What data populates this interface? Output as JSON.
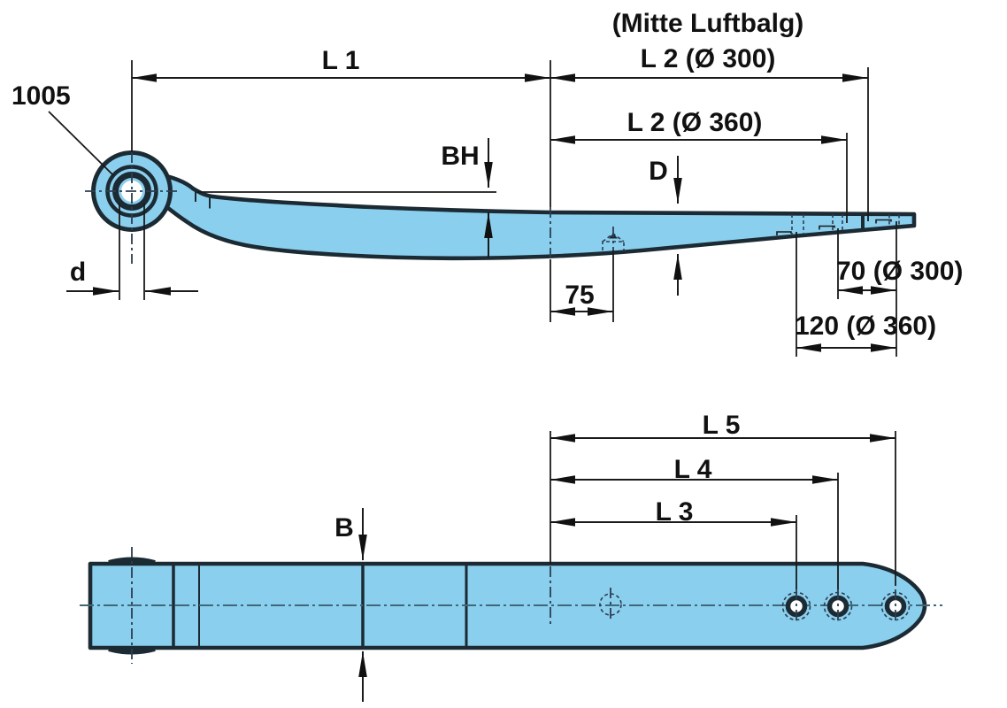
{
  "drawing": {
    "part_number": "1005",
    "annotation_title": "(Mitte Luftbalg)",
    "side_view": {
      "dim_l1": "L 1",
      "dim_l2_300": "L 2 (Ø 300)",
      "dim_l2_360": "L 2 (Ø 360)",
      "dim_bh": "BH",
      "dim_thickness": "D",
      "dim_eye_bore": "d",
      "dim_bolt_offset": "75",
      "dim_plate_300": "70 (Ø 300)",
      "dim_plate_360": "120 (Ø 360)"
    },
    "plan_view": {
      "dim_l3": "L 3",
      "dim_l4": "L 4",
      "dim_l5": "L 5",
      "dim_width": "B"
    },
    "colors": {
      "spring_fill": "#8BCFEE",
      "outline": "#1B2A33",
      "dimension_lines": "#1A1A1A",
      "centerline": "#3F6879",
      "background": "#FFFFFF"
    }
  }
}
